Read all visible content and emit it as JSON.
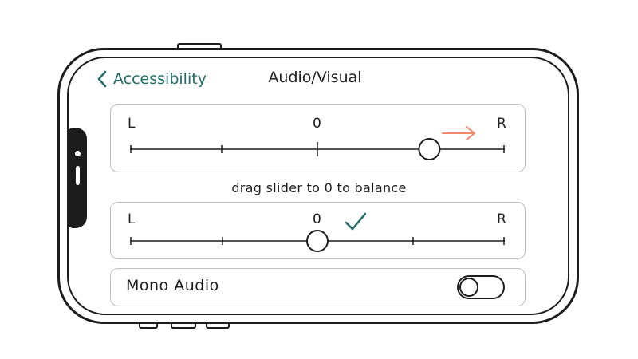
{
  "nav": {
    "back_label": "Accessibility",
    "title": "Audio/Visual"
  },
  "balance_before": {
    "left_label": "L",
    "center_label": "0",
    "right_label": "R",
    "value": 0.6,
    "arrow_direction": "right",
    "arrow_color": "#f08a6a"
  },
  "instruction": "drag slider to 0 to balance",
  "balance_after": {
    "left_label": "L",
    "center_label": "0",
    "right_label": "R",
    "value": 0,
    "check_color": "#1f6b66"
  },
  "mono_audio": {
    "label": "Mono Audio",
    "enabled": false
  },
  "colors": {
    "accent": "#1f6b66",
    "outline": "#1c1c1c",
    "card_border": "#bdbdbd"
  }
}
